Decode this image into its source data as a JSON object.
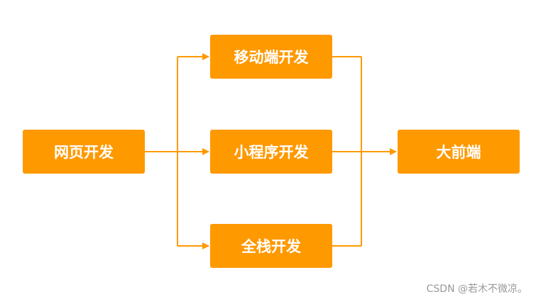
{
  "nodes": {
    "web": "网页开发",
    "mobile": "移动端开发",
    "miniprogram": "小程序开发",
    "fullstack": "全栈开发",
    "big_frontend": "大前端"
  },
  "colors": {
    "node_fill": "#FF9900",
    "node_text": "#FFFFFF",
    "connector": "#FF9900"
  },
  "watermark": "CSDN @若木不微凉。"
}
